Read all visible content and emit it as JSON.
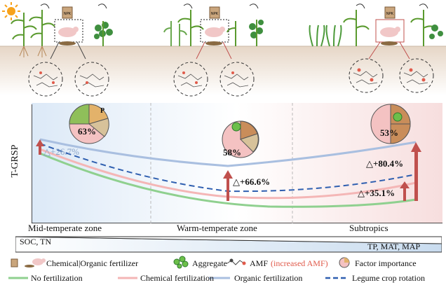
{
  "diagram": {
    "y_axis_label": "T-GRSP",
    "zones": [
      {
        "name": "Mid-temperate zone",
        "pie_percent": "63%",
        "increase": "△+26.7%"
      },
      {
        "name": "Warm-temperate zone",
        "pie_percent": "58%",
        "increase": "△+66.6%"
      },
      {
        "name": "Subtropics",
        "pie_percent": "53%",
        "increase_organic": "△+80.4%",
        "increase_chemical": "△+35.1%"
      }
    ],
    "gradient_bar": {
      "left_label": "SOC, TN",
      "right_label": "TP, MAT, MAP"
    },
    "npk_label": "NPK",
    "p_label": "P"
  },
  "legend": {
    "fertilizer": "Chemical|Organic fertilizer",
    "aggregate": "Aggregate",
    "amf": "AMF",
    "amf_increased": "(increased AMF)",
    "factor_importance": "Factor importance",
    "lines": [
      {
        "label": "No fertilization",
        "color": "#8fd08f"
      },
      {
        "label": "Chemical fertilization",
        "color": "#f4b6b6"
      },
      {
        "label": "Organic fertilization",
        "color": "#a9bfe0"
      },
      {
        "label": "Legume crop rotation",
        "color": "#2f5fb0"
      }
    ]
  },
  "colors": {
    "arrow": "#c0504d",
    "soil": "#e9dcd0",
    "increased_amf": "#e05b4b"
  }
}
